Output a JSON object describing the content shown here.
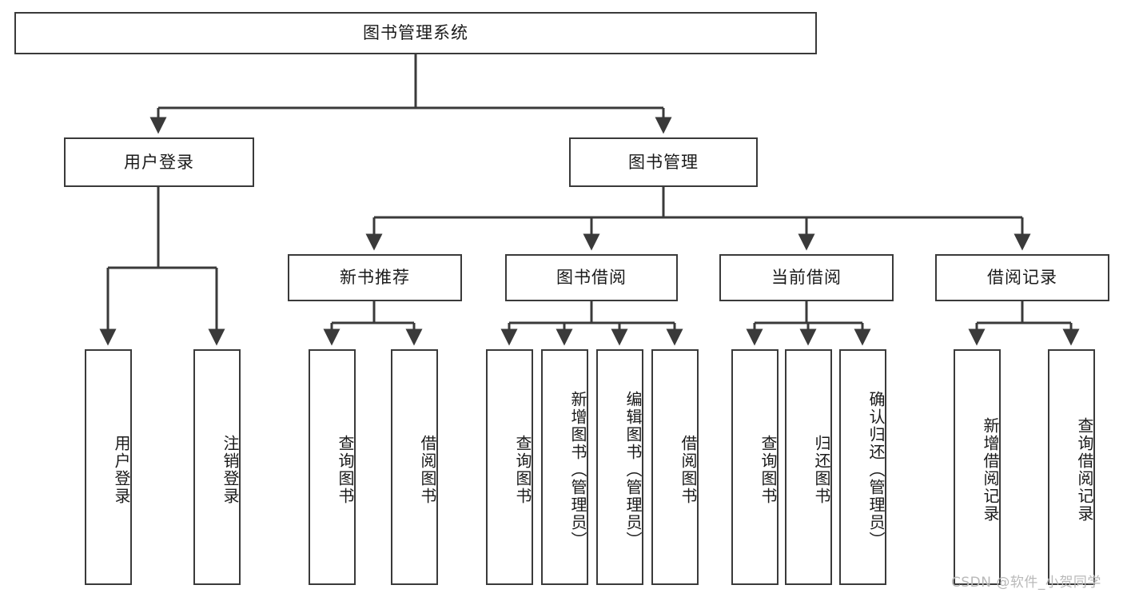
{
  "diagram": {
    "title": "图书管理系统",
    "type": "tree-hierarchy-chart",
    "orientation": "top-down",
    "watermark": "CSDN @软件_小贺同学",
    "colors": {
      "box_border": "#3a3a3a",
      "box_fill": "#ffffff",
      "connector": "#3a3a3a",
      "text": "#1a1a1a",
      "watermark": "#b9b9b9"
    },
    "nodes": {
      "root": {
        "label": "图书管理系统",
        "level": 1,
        "text_direction": "horizontal"
      },
      "user_login": {
        "label": "用户登录",
        "level": 2,
        "text_direction": "horizontal"
      },
      "book_manage": {
        "label": "图书管理",
        "level": 2,
        "text_direction": "horizontal"
      },
      "new_book_rec": {
        "label": "新书推荐",
        "level": 3,
        "text_direction": "horizontal"
      },
      "book_borrow": {
        "label": "图书借阅",
        "level": 3,
        "text_direction": "horizontal"
      },
      "current_borrow": {
        "label": "当前借阅",
        "level": 3,
        "text_direction": "horizontal"
      },
      "borrow_record": {
        "label": "借阅记录",
        "level": 3,
        "text_direction": "horizontal"
      },
      "leaf_user_login": {
        "label": "用户登录",
        "level": 4,
        "text_direction": "vertical"
      },
      "leaf_logout": {
        "label": "注销登录",
        "level": 4,
        "text_direction": "vertical"
      },
      "leaf_query_book_1": {
        "label": "查询图书",
        "level": 4,
        "text_direction": "vertical"
      },
      "leaf_borrow_book_1": {
        "label": "借阅图书",
        "level": 4,
        "text_direction": "vertical"
      },
      "leaf_query_book_2": {
        "label": "查询图书",
        "level": 4,
        "text_direction": "vertical"
      },
      "leaf_add_book": {
        "label": "新增图书（管理员）",
        "level": 4,
        "text_direction": "vertical"
      },
      "leaf_edit_book": {
        "label": "编辑图书（管理员）",
        "level": 4,
        "text_direction": "vertical"
      },
      "leaf_borrow_book_2": {
        "label": "借阅图书",
        "level": 4,
        "text_direction": "vertical"
      },
      "leaf_query_book_3": {
        "label": "查询图书",
        "level": 4,
        "text_direction": "vertical"
      },
      "leaf_return_book": {
        "label": "归还图书",
        "level": 4,
        "text_direction": "vertical"
      },
      "leaf_confirm_return": {
        "label": "确认归还（管理员）",
        "level": 4,
        "text_direction": "vertical"
      },
      "leaf_add_record": {
        "label": "新增借阅记录",
        "level": 4,
        "text_direction": "vertical"
      },
      "leaf_query_record": {
        "label": "查询借阅记录",
        "level": 4,
        "text_direction": "vertical"
      }
    }
  }
}
